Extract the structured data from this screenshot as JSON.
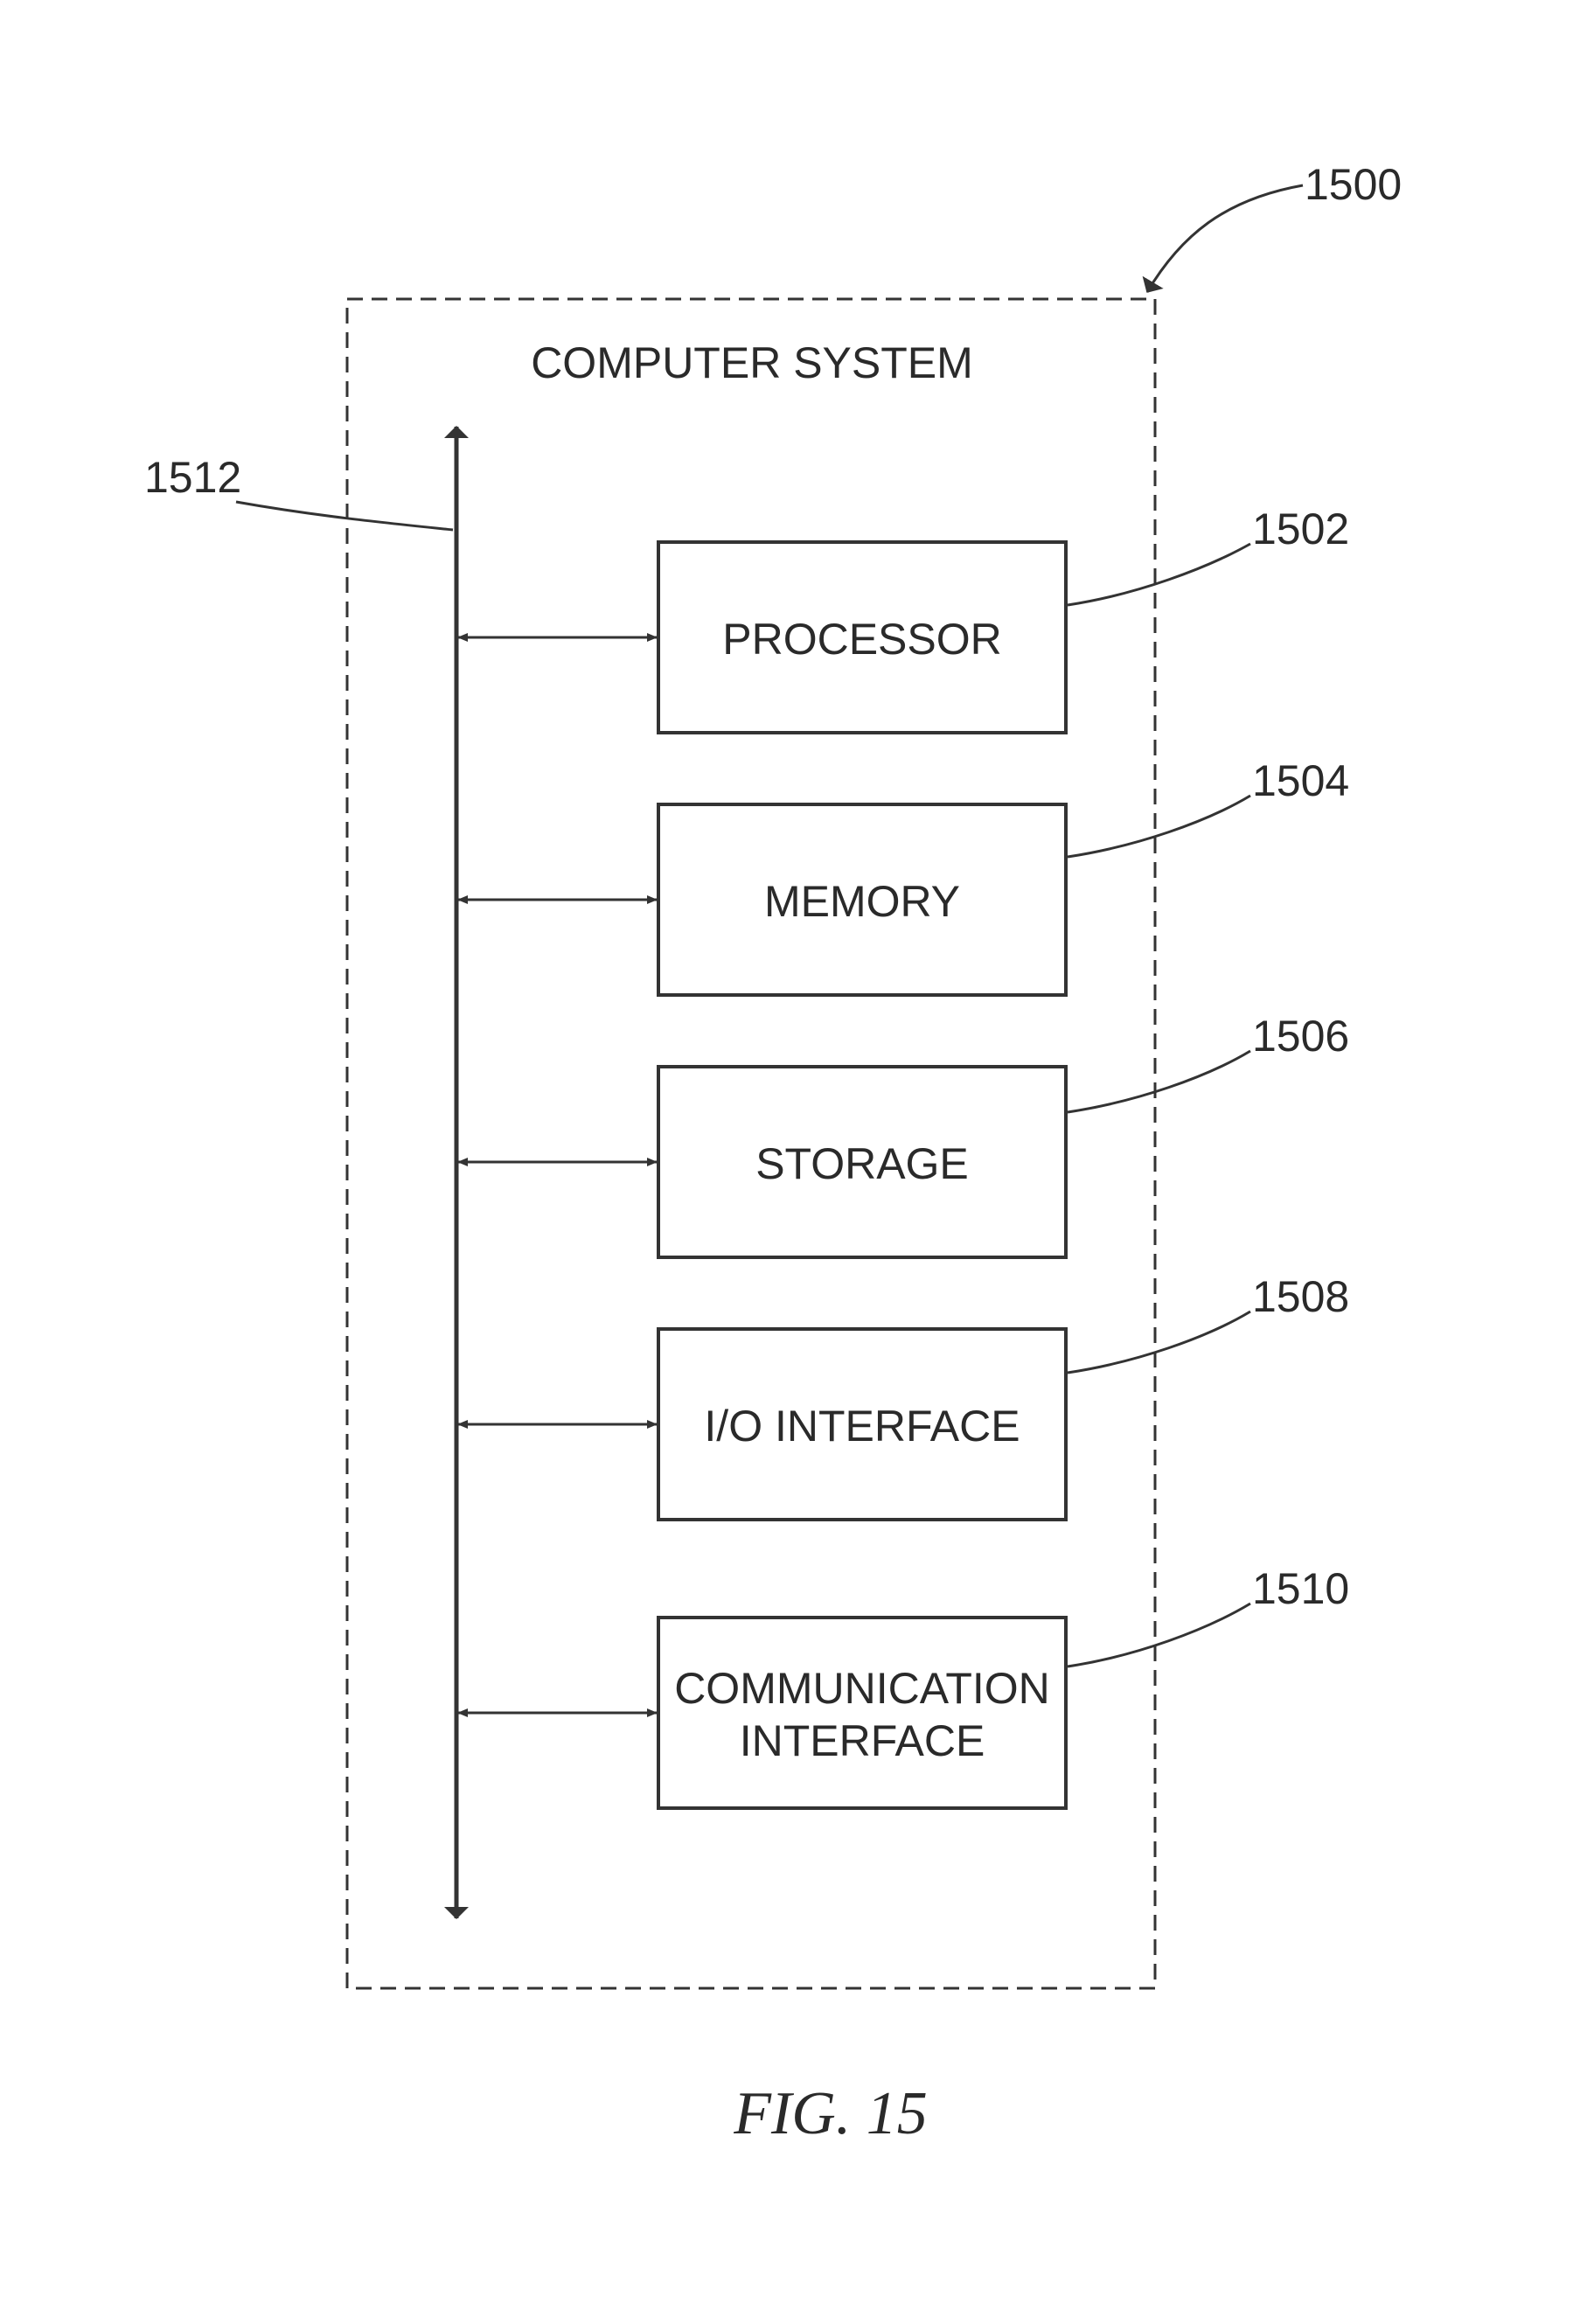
{
  "figure": {
    "caption": "FIG. 15"
  },
  "system": {
    "title": "COMPUTER SYSTEM",
    "ref": "1500"
  },
  "bus": {
    "ref": "1512"
  },
  "components": [
    {
      "id": "processor",
      "lines": [
        "PROCESSOR"
      ],
      "ref": "1502"
    },
    {
      "id": "memory",
      "lines": [
        "MEMORY"
      ],
      "ref": "1504"
    },
    {
      "id": "storage",
      "lines": [
        "STORAGE"
      ],
      "ref": "1506"
    },
    {
      "id": "io-interface",
      "lines": [
        "I/O INTERFACE"
      ],
      "ref": "1508"
    },
    {
      "id": "communication-interface",
      "lines": [
        "COMMUNICATION",
        "INTERFACE"
      ],
      "ref": "1510"
    }
  ],
  "colors": {
    "line": "#333333",
    "background": "#ffffff"
  }
}
